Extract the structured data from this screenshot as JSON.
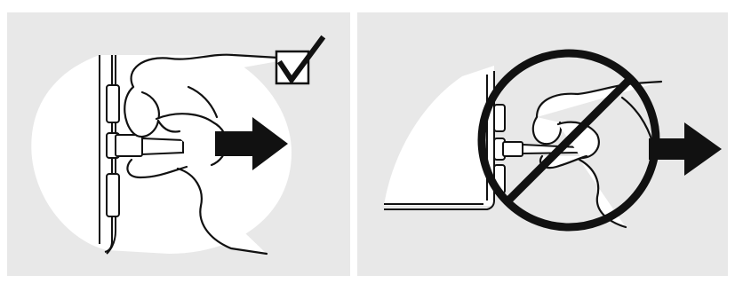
{
  "figure": {
    "panels": [
      {
        "id": "correct",
        "verdict": "correct",
        "badge_icon": "checkbox-checkmark-icon",
        "action": "pull-connector-by-plug-head",
        "arrow_icon": "arrow-right-icon"
      },
      {
        "id": "incorrect",
        "verdict": "incorrect",
        "badge_icon": "prohibition-sign-icon",
        "action": "pull-connector-by-cable",
        "arrow_icon": "arrow-right-icon"
      }
    ]
  },
  "colors": {
    "background": "#ffffff",
    "panel": "#e8e8e8",
    "divider": "#ffffff",
    "ink": "#111111",
    "highlight": "#ffffff"
  }
}
